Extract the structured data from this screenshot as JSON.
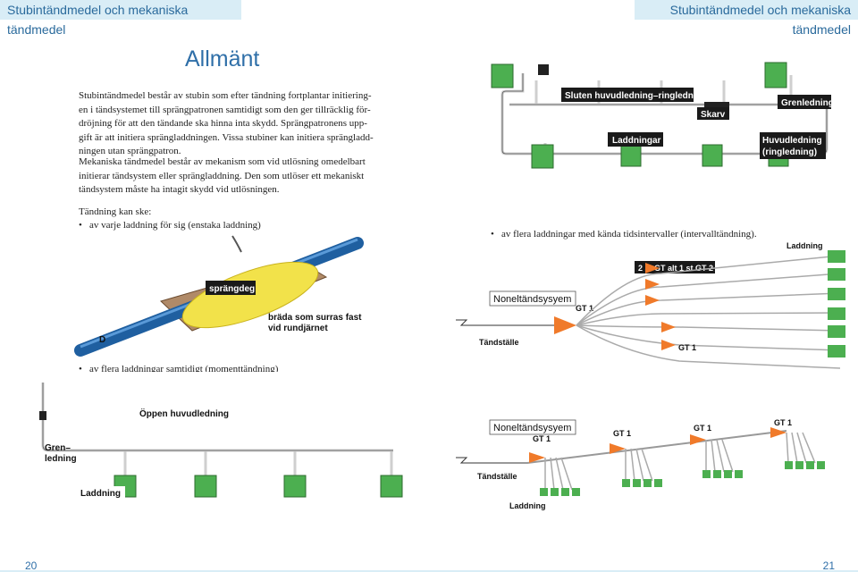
{
  "header": {
    "left_title": "Stubintändmedel och mekaniska tändmedel",
    "right_title": "Stubintändmedel och mekaniska tändmedel"
  },
  "page_title": "Allmänt",
  "paragraphs": [
    "Stubintändmedel består av stubin som efter tändning fortplantar initiering-en i tändsystemet till sprängpatronen samtidigt som den ger tillräcklig för-dröjning för att den tändande ska hinna inta skydd. Sprängpatronens upp-gift är att initiera sprängladdningen. Vissa stubiner kan initiera sprängladd-ningen utan sprängpatron.",
    "Mekaniska tändmedel består av mekanism som vid utlösning omedelbart initierar tändsystem eller sprängladdning. Den som utlöser ett mekaniskt tändsystem måste ha intagit skydd vid utlösningen.",
    "Tändning kan ske:"
  ],
  "bullets": {
    "single": "av varje laddning för sig (enstaka laddning)",
    "interval": "av flera laddningar med kända tidsintervaller (intervalltändning).",
    "momentary": "av flera laddningar samtidigt (momenttändning)"
  },
  "diagram_ring": {
    "title": "Sluten huvudledning–ringledning",
    "splice": "Skarv",
    "branch": "Grenledning",
    "charges": "Laddningar",
    "main": "Huvudledning",
    "main_sub": "(ringledning)"
  },
  "diagram_charge": {
    "explosive": "sprängdeg",
    "board": "bräda som surras fast",
    "board2": "vid rundjärnet",
    "d_label": "D"
  },
  "diagram_nonel1": {
    "charge": "Laddning",
    "gt_combo": "2 st GT alt 1 st GT 2",
    "system": "Noneltändsysyem",
    "gt1a": "GT 1",
    "igniter": "Tändställe",
    "gt1b": "GT 1"
  },
  "diagram_open": {
    "title": "Öppen huvudledning",
    "branch1": "Gren–",
    "branch2": "ledning",
    "charge": "Laddning"
  },
  "diagram_nonel2": {
    "system": "Noneltändsysyem",
    "gt1a": "GT 1",
    "gt1b": "GT 1",
    "gt1c": "GT 1",
    "gt1d": "GT 1",
    "igniter": "Tändställe",
    "charge": "Laddning"
  },
  "page_numbers": {
    "left": "20",
    "right": "21"
  },
  "colors": {
    "header_bg": "#d9edf6",
    "accent": "#2f6fa8",
    "charge_green": "#4caf50",
    "cord": "#e6e6e6",
    "arrow_orange": "#f07a2a"
  }
}
